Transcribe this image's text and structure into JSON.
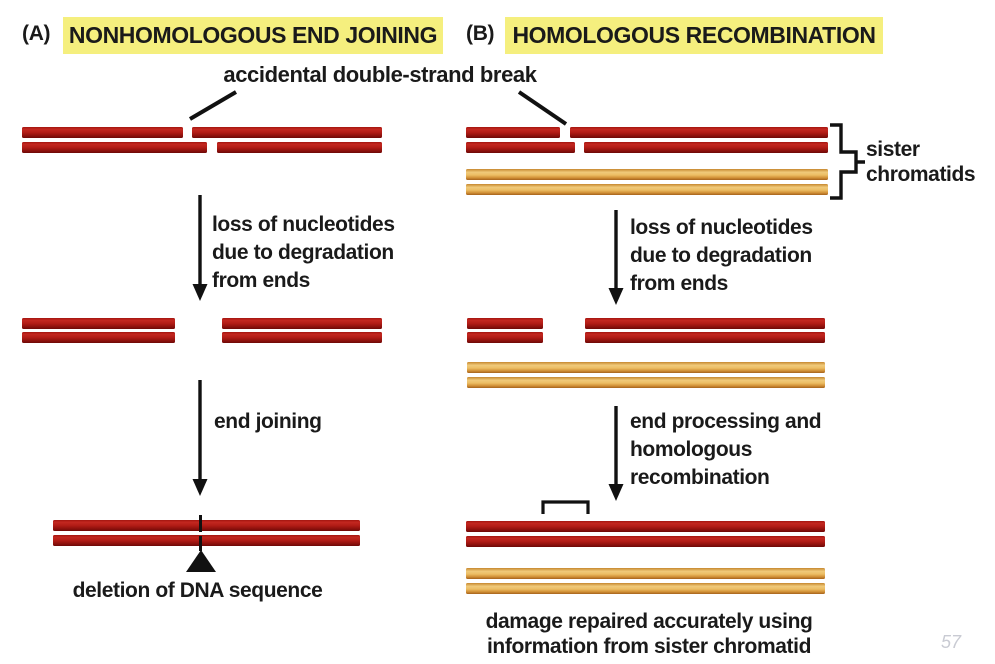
{
  "titles": {
    "a_label": "(A)",
    "a_title": "NONHOMOLOGOUS END JOINING",
    "b_label": "(B)",
    "b_title": "HOMOLOGOUS RECOMBINATION"
  },
  "annotations": {
    "break_label": "accidental double-strand break",
    "sister_lines": [
      "sister",
      "chromatids"
    ],
    "page_number": "57"
  },
  "panel_a": {
    "step1_lines": [
      "loss of nucleotides",
      "due to degradation",
      "from ends"
    ],
    "step2_label": "end joining",
    "result_label": "deletion of DNA sequence"
  },
  "panel_b": {
    "step1_lines": [
      "loss of nucleotides",
      "due to degradation",
      "from ends"
    ],
    "step2_lines": [
      "end processing and",
      "homologous",
      "recombination"
    ],
    "result_lines": [
      "damage repaired accurately using",
      "information from sister chromatid"
    ]
  },
  "colors": {
    "highlight_yellow": "#f5ef7e",
    "ink": "#1a1a1a",
    "dna_red": "#b21c16",
    "dna_orange": "#ecbd63",
    "page_number_gray": "#c9cbd3"
  }
}
